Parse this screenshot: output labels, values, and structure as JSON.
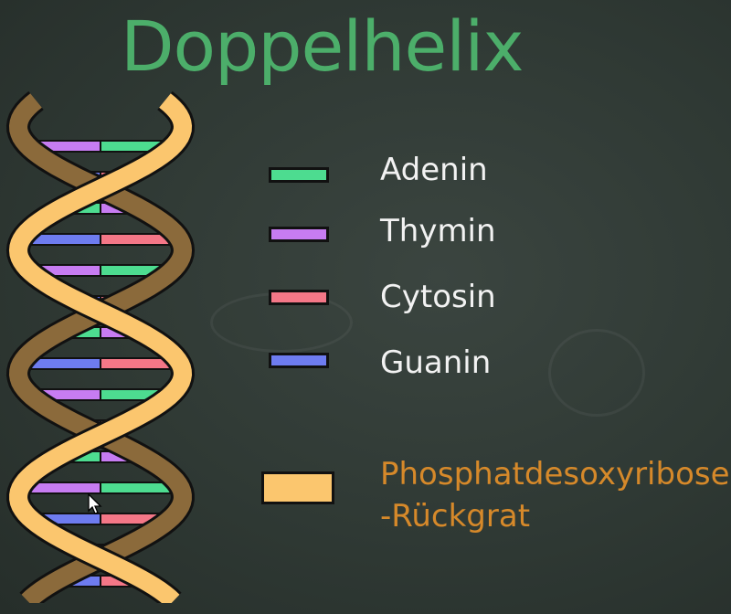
{
  "title": "Doppelhelix",
  "legend": [
    {
      "label": "Adenin",
      "color": "#4ddc90"
    },
    {
      "label": "Thymin",
      "color": "#c77cf2"
    },
    {
      "label": "Cytosin",
      "color": "#f47787"
    },
    {
      "label": "Guanin",
      "color": "#6e7cf0"
    }
  ],
  "backbone": {
    "label_line1": "Phosphatdesoxyribose",
    "label_line2": "-Rückgrat",
    "color": "#fbc66e",
    "label_color": "#d6892a"
  },
  "colors": {
    "title": "#4cae6a",
    "background": "#2f3934",
    "backbone_dark": "#8b6a3b"
  },
  "icons": [
    "mouse-cursor-icon"
  ]
}
